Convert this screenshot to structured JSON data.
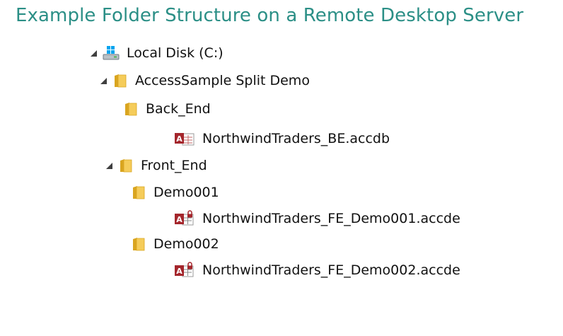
{
  "title": "Example Folder Structure on a Remote Desktop Server",
  "tree": {
    "local_disk": {
      "label": "Local Disk (C:)",
      "icon": "drive-icon",
      "expanded": true
    },
    "access_sample": {
      "label": "AccessSample Split Demo",
      "icon": "folder-icon",
      "expanded": true
    },
    "back_end": {
      "label": "Back_End",
      "icon": "folder-icon",
      "expanded": false
    },
    "be_file": {
      "label": "NorthwindTraders_BE.accdb",
      "icon": "access-database-icon"
    },
    "front_end": {
      "label": "Front_End",
      "icon": "folder-icon",
      "expanded": true
    },
    "demo001": {
      "label": "Demo001",
      "icon": "folder-icon",
      "expanded": false
    },
    "fe_file_001": {
      "label": "NorthwindTraders_FE_Demo001.accde",
      "icon": "access-locked-database-icon"
    },
    "demo002": {
      "label": "Demo002",
      "icon": "folder-icon",
      "expanded": false
    },
    "fe_file_002": {
      "label": "NorthwindTraders_FE_Demo002.accde",
      "icon": "access-locked-database-icon"
    }
  },
  "colors": {
    "title": "#2b8f86",
    "folder": "#e8b844",
    "access_red": "#a4262c"
  }
}
